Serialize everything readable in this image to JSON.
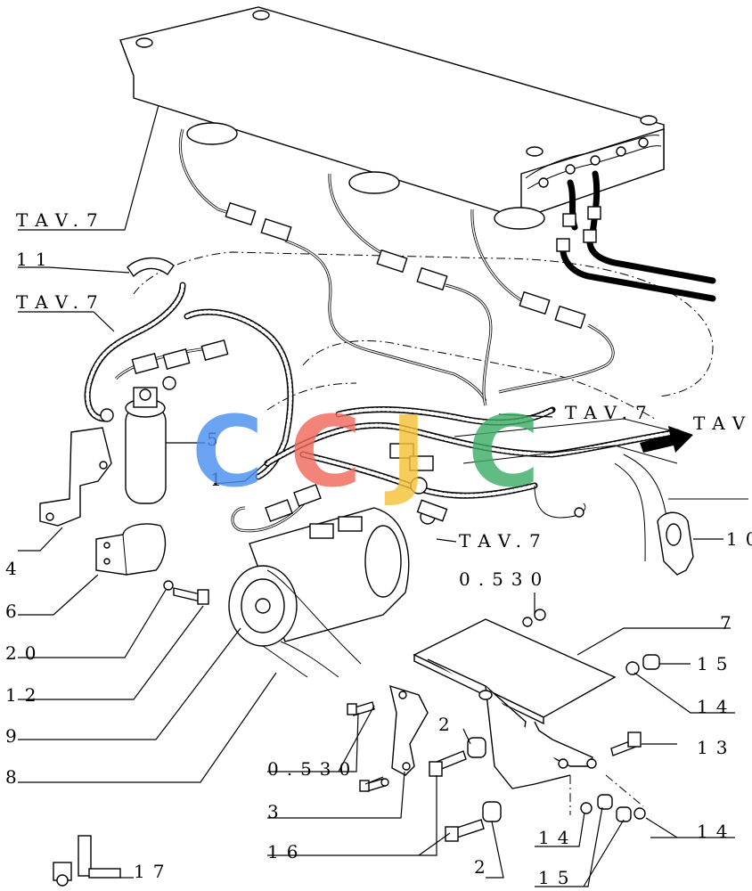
{
  "callouts": {
    "tav7_top": "TAV.7",
    "p11": "11",
    "tav7_left": "TAV.7",
    "p5": "5",
    "p1": "1",
    "tav7_mid": "TAV.7",
    "tav_right": "TAV",
    "tav7_low": "TAV.7",
    "p10": "10",
    "p0530_top": "0.530",
    "p7": "7",
    "p15_top": "15",
    "p14_top": "14",
    "p13": "13",
    "p2_top": "2",
    "p4": "4",
    "p6": "6",
    "p20": "20",
    "p12": "12",
    "p9": "9",
    "p8": "8",
    "p0530_mid": "0.530",
    "p3": "3",
    "p16": "16",
    "p14_bot_left": "14",
    "p14_bot_right": "14",
    "p2_bot": "2",
    "p15_bot": "15",
    "p17": "17"
  },
  "watermark": {
    "letters": [
      "C",
      "C",
      "J",
      "C"
    ],
    "colors": [
      "#4a8ff0",
      "#f06a5e",
      "#f5c23a",
      "#3fae6a"
    ]
  }
}
